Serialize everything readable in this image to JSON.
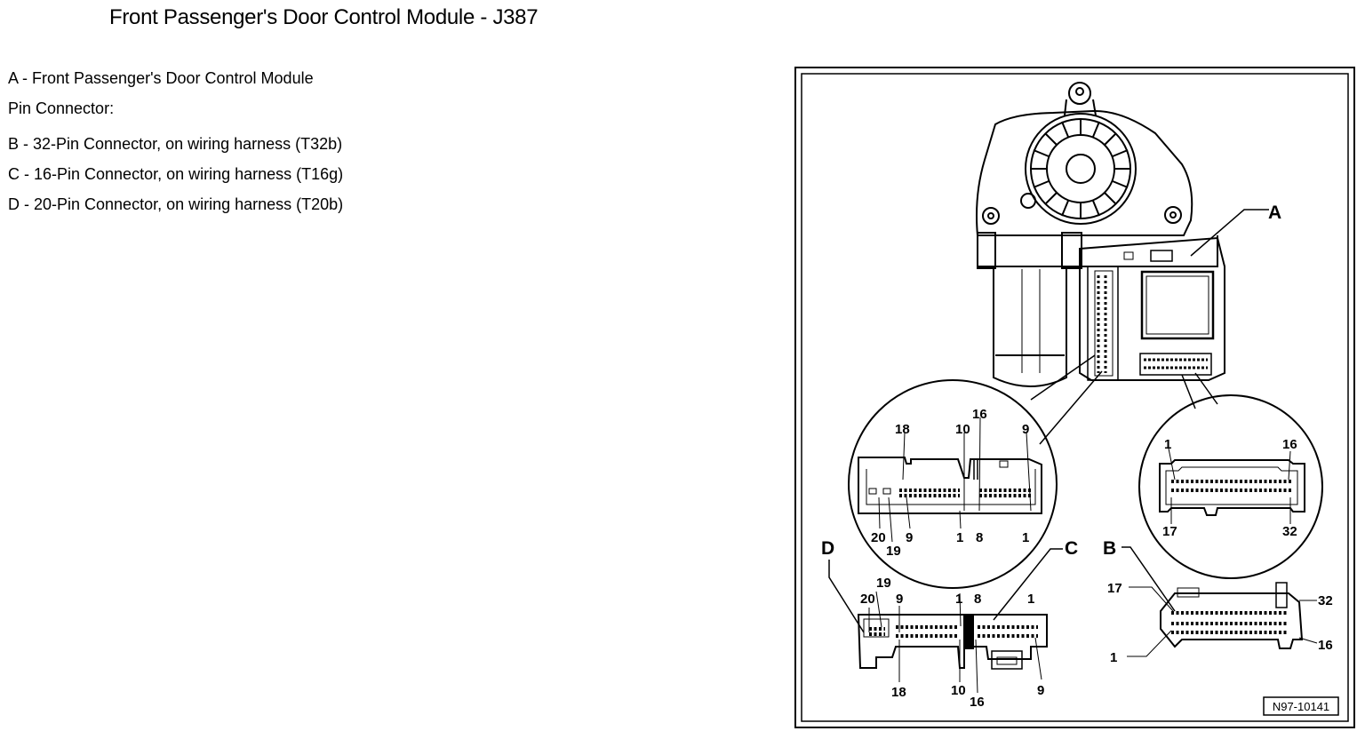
{
  "title": "Front Passenger's Door Control Module - J387",
  "legend": {
    "a": "A - Front Passenger's Door Control Module",
    "pin_heading": "Pin Connector:",
    "b": "B - 32-Pin Connector, on wiring harness (T32b)",
    "c": "C - 16-Pin Connector, on wiring harness (T16g)",
    "d": "D - 20-Pin Connector, on wiring harness (T20b)"
  },
  "callouts": {
    "a": "A",
    "b": "B",
    "c": "C",
    "d": "D"
  },
  "figure_id": "N97-10141",
  "pins": {
    "circle_left": {
      "p18": "18",
      "p10": "10",
      "p16": "16",
      "p9": "9",
      "p20": "20",
      "p19": "19",
      "p9b": "9",
      "p1": "1",
      "p8": "8",
      "p1b": "1"
    },
    "circle_right": {
      "p1": "1",
      "p16": "16",
      "p17": "17",
      "p32": "32"
    },
    "conn_d": {
      "p19": "19",
      "p20": "20",
      "p9": "9",
      "p18": "18",
      "p10": "10"
    },
    "conn_c": {
      "p1": "1",
      "p8": "8",
      "p1b": "1",
      "p16": "16",
      "p9": "9"
    },
    "conn_b": {
      "p17": "17",
      "p32": "32",
      "p16": "16",
      "p1": "1"
    }
  }
}
